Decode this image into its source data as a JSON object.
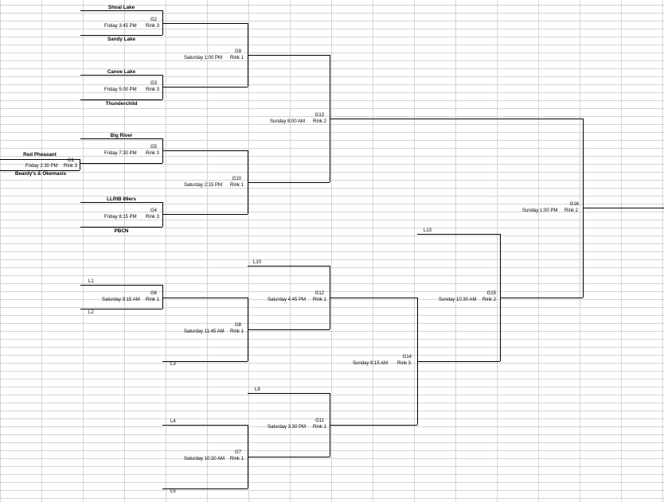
{
  "teams": {
    "shoal_lake": "Shoal Lake",
    "sandy_lake": "Sandy Lake",
    "canoe_lake": "Canoe Lake",
    "thunderchild": "Thunderchild",
    "big_river": "Big River",
    "red_pheasant": "Red Pheasant",
    "beardys": "Beardy's & Okemasis",
    "llrib": "LLRIB  89ers",
    "pbcn": "PBCN"
  },
  "games": {
    "g1": {
      "label": "G1",
      "time": "Friday   2:30 PM",
      "rink": "Rink 3"
    },
    "g2": {
      "label": "G2",
      "time": "Friday   3:45 PM",
      "rink": "Rink 3"
    },
    "g3": {
      "label": "G3",
      "time": "Friday   5:00 PM",
      "rink": "Rink 3"
    },
    "g5": {
      "label": "G5",
      "time": "Friday   7:30 PM",
      "rink": "Rink 3"
    },
    "g4": {
      "label": "G4",
      "time": "Friday   8:15 PM",
      "rink": "Rink 3"
    },
    "g9": {
      "label": "G9",
      "time": "Saturday  1:00 PM",
      "rink": "Rink 1"
    },
    "g10": {
      "label": "G10",
      "time": "Saturday  2:15 PM",
      "rink": "Rink 1"
    },
    "g13": {
      "label": "G13",
      "time": "Sunday  8:00 AM",
      "rink": "Rink 2"
    },
    "g16": {
      "label": "G16",
      "time": "Sunday  1:00 PM",
      "rink": "Rink 2"
    },
    "g6": {
      "label": "G6",
      "time": "Saturday 9:15 AM",
      "rink": "Rink 1"
    },
    "g8": {
      "label": "G8",
      "time": "Saturday  11:45 AM",
      "rink": "Rink 1"
    },
    "g12": {
      "label": "G12",
      "time": "Saturday  4:45 PM",
      "rink": "Rink 1"
    },
    "g15": {
      "label": "G15",
      "time": "Sunday  10:30 AM",
      "rink": "Rink 2"
    },
    "g14": {
      "label": "G14",
      "time": "Sunday  8:15 AM",
      "rink": "Rink 3"
    },
    "g11": {
      "label": "G11",
      "time": "Saturday  3:30 PM",
      "rink": "Rink 1"
    },
    "g7": {
      "label": "G7",
      "time": "Saturday 10:30 AM",
      "rink": "Rink 1"
    }
  },
  "losers": {
    "l1": "L1",
    "l2": "L2",
    "l3": "L3",
    "l4": "L4",
    "l5": "L5",
    "l9": "L9",
    "l10": "L10",
    "l13": "L13"
  }
}
